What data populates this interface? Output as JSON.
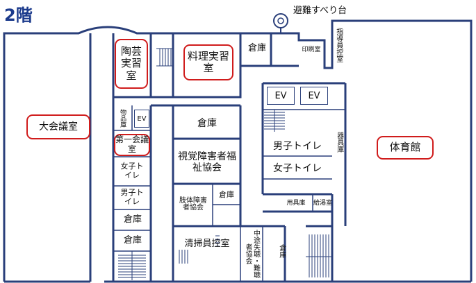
{
  "floor_label": "2階",
  "colors": {
    "wall": "#2a3f7a",
    "highlight": "#d01c1c",
    "title": "#1b3a8c"
  },
  "rooms": {
    "large_hall": "大会議室",
    "pottery_lab": "陶芸実習室",
    "cooking_lab": "料理実習室",
    "storage_top": "倉庫",
    "print_room": "印刷室",
    "instructor_room": "指導員控室",
    "ev1": "EV",
    "ev2": "EV",
    "ev3": "EV",
    "storage_items": "物品庫",
    "meeting_1": "第一会議室",
    "women_wc_left": "女子トイレ",
    "men_wc_left": "男子トイレ",
    "storage_left_1": "倉庫",
    "storage_left_2": "倉庫",
    "storage_mid": "倉庫",
    "visual_assoc": "視覚障害者福祉協会",
    "limb_assoc": "肢体障害者協会",
    "storage_small": "倉庫",
    "janitor_room": "清掃員控室",
    "hearing_assoc": "中途失聴・難聴者協会",
    "storage_bottom": "倉庫",
    "men_wc_center": "男子トイレ",
    "women_wc_center": "女子トイレ",
    "tool_storage": "用具庫",
    "water_heater": "給湯室",
    "equipment_storage": "器具庫",
    "gym": "体育館",
    "evacuation_slide": "避難すべり台"
  }
}
